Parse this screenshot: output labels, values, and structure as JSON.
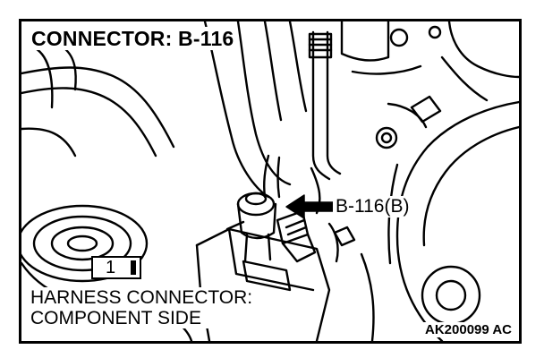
{
  "title": "CONNECTOR: B-116",
  "callout": {
    "label": "B-116(B)"
  },
  "connector_face": {
    "pin_label": "1"
  },
  "caption": {
    "line1": "HARNESS CONNECTOR:",
    "line2": "COMPONENT SIDE"
  },
  "figure_code": "AK200099 AC",
  "icons": {
    "pointer": "arrow-left-icon",
    "connector": "harness-connector-icon"
  },
  "colors": {
    "ink": "#000000",
    "paper": "#ffffff"
  }
}
